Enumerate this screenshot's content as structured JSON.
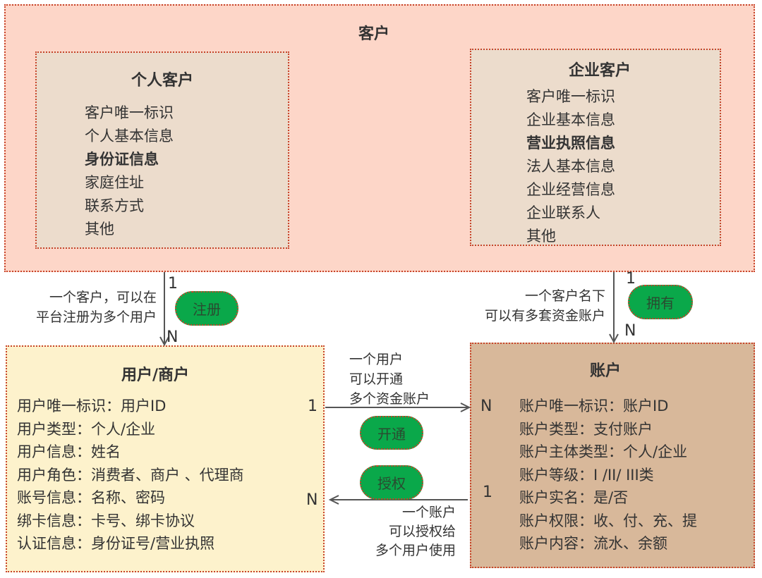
{
  "customer": {
    "title": "客户",
    "personal": {
      "title": "个人客户",
      "items": [
        "客户唯一标识",
        "个人基本信息",
        "身份证信息",
        "家庭住址",
        "联系方式",
        "其他"
      ]
    },
    "enterprise": {
      "title": "企业客户",
      "items": [
        "客户唯一标识",
        "企业基本信息",
        "营业执照信息",
        "法人基本信息",
        "企业经营信息",
        "企业联系人",
        "其他"
      ]
    }
  },
  "user": {
    "title": "用户/商户",
    "items": [
      "用户唯一标识：用户ID",
      "用户类型：个人/企业",
      "用户信息：姓名",
      "用户角色：消费者、商户 、代理商",
      "账号信息：名称、密码",
      "绑卡信息：卡号、绑卡协议",
      "认证信息：身份证号/营业执照"
    ]
  },
  "account": {
    "title": "账户",
    "items": [
      "账户唯一标识：账户ID",
      "账户类型：支付账户",
      "账户主体类型：个人/企业",
      "账户等级：I /II/ III类",
      "账户实名：是/否",
      "账户权限：收、付、充、提",
      "账户内容：流水、余额"
    ]
  },
  "relations": {
    "register": {
      "label": "注册",
      "note": [
        "一个客户，可以在",
        "平台注册为多个用户"
      ],
      "from": "1",
      "to": "N"
    },
    "own": {
      "label": "拥有",
      "note": [
        "一个客户名下",
        "可以有多套资金账户"
      ],
      "from": "1",
      "to": "N"
    },
    "open": {
      "label": "开通",
      "note": [
        "一个用户",
        "可以开通",
        "多个资金账户"
      ],
      "from": "1",
      "to": "N"
    },
    "authorize": {
      "label": "授权",
      "note": [
        "一个账户",
        "可以授权给",
        "多个用户使用"
      ],
      "from": "1",
      "to": "N"
    }
  },
  "colors": {
    "customer_bg": "#fdd6c8",
    "inner_bg": "#ecdccc",
    "user_bg": "#fdf2cc",
    "account_bg": "#d8b89a",
    "pill": "#0aa84a",
    "border": "#c8442a"
  }
}
